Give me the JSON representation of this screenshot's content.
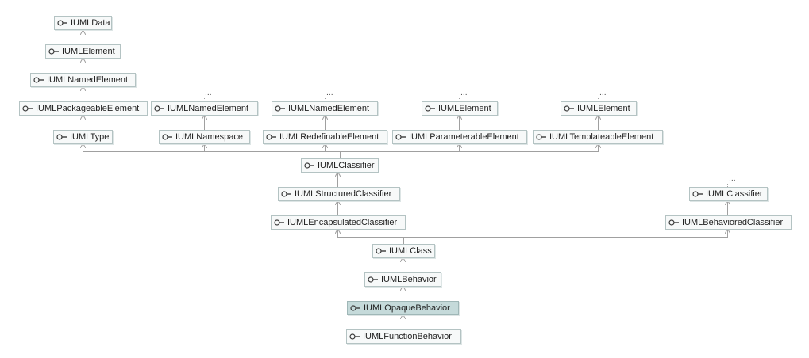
{
  "diagram": {
    "nodes": {
      "iumldata": "IUMLData",
      "iumlelement": "IUMLElement",
      "iumlnamedelement": "IUMLNamedElement",
      "iumlpackageableelement": "IUMLPackageableElement",
      "iumlnamedelement_2": "IUMLNamedElement",
      "iumlnamedelement_3": "IUMLNamedElement",
      "iumlelement_2": "IUMLElement",
      "iumlelement_3": "IUMLElement",
      "iumltype": "IUMLType",
      "iumlnamespace": "IUMLNamespace",
      "iumlredefinableelement": "IUMLRedefinableElement",
      "iumlparameterableelement": "IUMLParameterableElement",
      "iumltemplateableelement": "IUMLTemplateableElement",
      "iumlclassifier": "IUMLClassifier",
      "iumlstructuredclassifier": "IUMLStructuredClassifier",
      "iumlclassifier_2": "IUMLClassifier",
      "iumlencapsulatedclassifier": "IUMLEncapsulatedClassifier",
      "iumlbehavioredclassifier": "IUMLBehavioredClassifier",
      "iumlclass": "IUMLClass",
      "iumlbehavior": "IUMLBehavior",
      "iumlopaquebehavior": "IUMLOpaqueBehavior",
      "iumlfunctionbehavior": "IUMLFunctionBehavior"
    },
    "ellipsis": "...",
    "highlighted": "iumlopaquebehavior",
    "colors": {
      "node_fill": "#f7f9f9",
      "node_border": "#b4c3c3",
      "highlight_fill": "#c5dada",
      "edge": "#a0a0a0"
    }
  }
}
